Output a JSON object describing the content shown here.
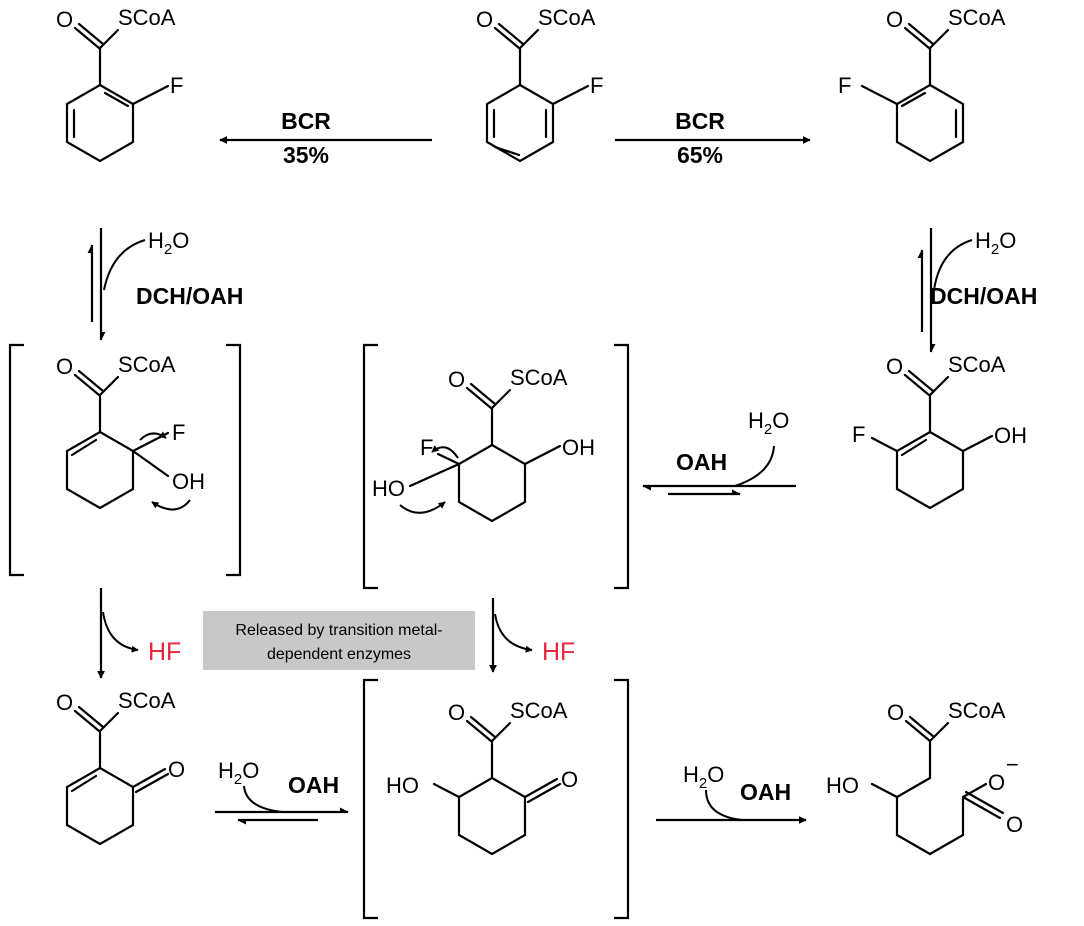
{
  "colors": {
    "red": "#e8263f",
    "blue": "#1f7fe0",
    "black": "#000000",
    "note_bg": "#c8c8c8"
  },
  "labels": {
    "scoa": "SCoA",
    "o": "O",
    "f": "F",
    "oh": "OH",
    "ho": "HO",
    "h": "H",
    "two": "2",
    "hf": "HF",
    "o_minus": "−"
  },
  "enzymes": {
    "bcr": "BCR",
    "bcr_left_pct": "35%",
    "bcr_right_pct": "65%",
    "dch_oah": "DCH/OAH",
    "oah": "OAH"
  },
  "note": {
    "line1": "Released by transition metal-",
    "line2": "dependent enzymes"
  }
}
